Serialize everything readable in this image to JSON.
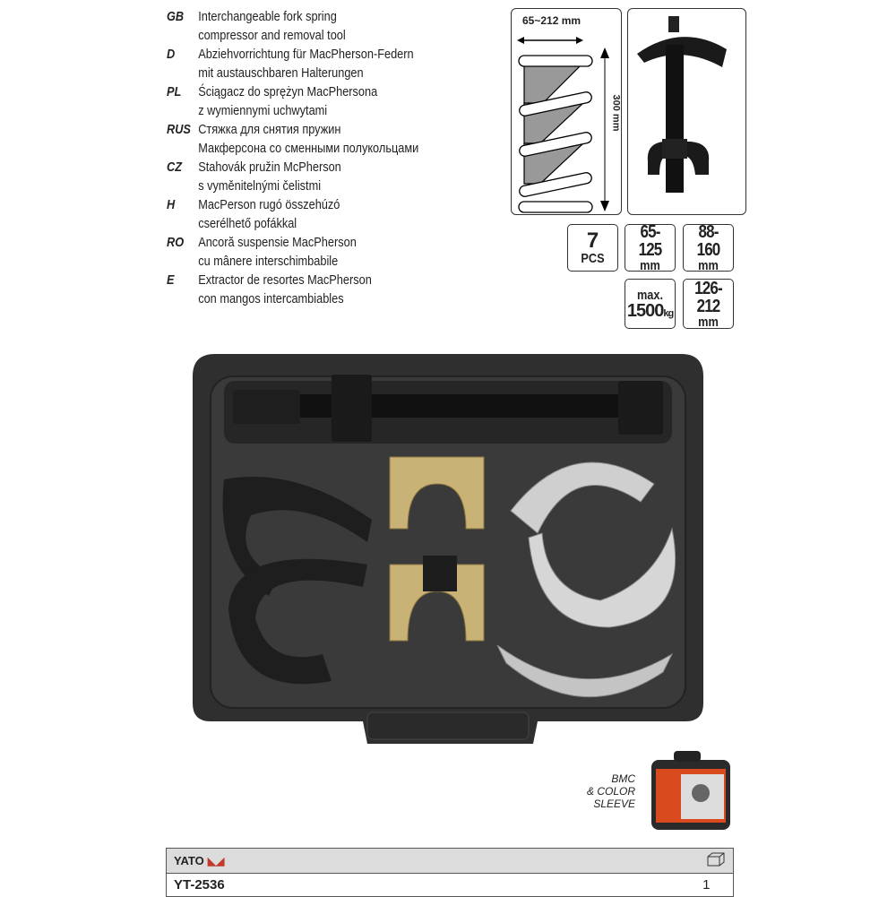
{
  "languages": [
    {
      "code": "GB",
      "lines": [
        "Interchangeable fork spring",
        "compressor and removal tool"
      ]
    },
    {
      "code": "D",
      "lines": [
        "Abziehvorrichtung für MacPherson-Federn",
        "mit austauschbaren Halterungen"
      ]
    },
    {
      "code": "PL",
      "lines": [
        "Ściągacz do sprężyn MacPhersona",
        "z wymiennymi uchwytami"
      ]
    },
    {
      "code": "RUS",
      "lines": [
        "Стяжка для снятия пружин",
        "Макферсона со сменными полукольцами"
      ]
    },
    {
      "code": "CZ",
      "lines": [
        "Stahovák pružin McPherson",
        "s vyměnitelnými čelistmi"
      ]
    },
    {
      "code": "H",
      "lines": [
        "MacPerson rugó összehúzó",
        "cserélhető pofákkal"
      ]
    },
    {
      "code": "RO",
      "lines": [
        "Ancoră suspensie MacPherson",
        "cu mânere interschimbabile"
      ]
    },
    {
      "code": "E",
      "lines": [
        "Extractor de resortes MacPherson",
        "con mangos intercambiables"
      ]
    }
  ],
  "diagram": {
    "width_label": "65~212 mm",
    "height_label": "300 mm"
  },
  "specs": {
    "pcs_num": "7",
    "pcs_label": "PCS",
    "r1": "65-125",
    "r1u": "mm",
    "r2": "88-160",
    "r2u": "mm",
    "max": "max.",
    "load": "1500",
    "load_unit": "kg",
    "r3": "126-212",
    "r3u": "mm"
  },
  "packaging": {
    "lines": [
      "BMC",
      "& COLOR",
      "SLEEVE"
    ]
  },
  "table": {
    "brand": "YATO",
    "code": "YT-2536",
    "qty": "1"
  }
}
